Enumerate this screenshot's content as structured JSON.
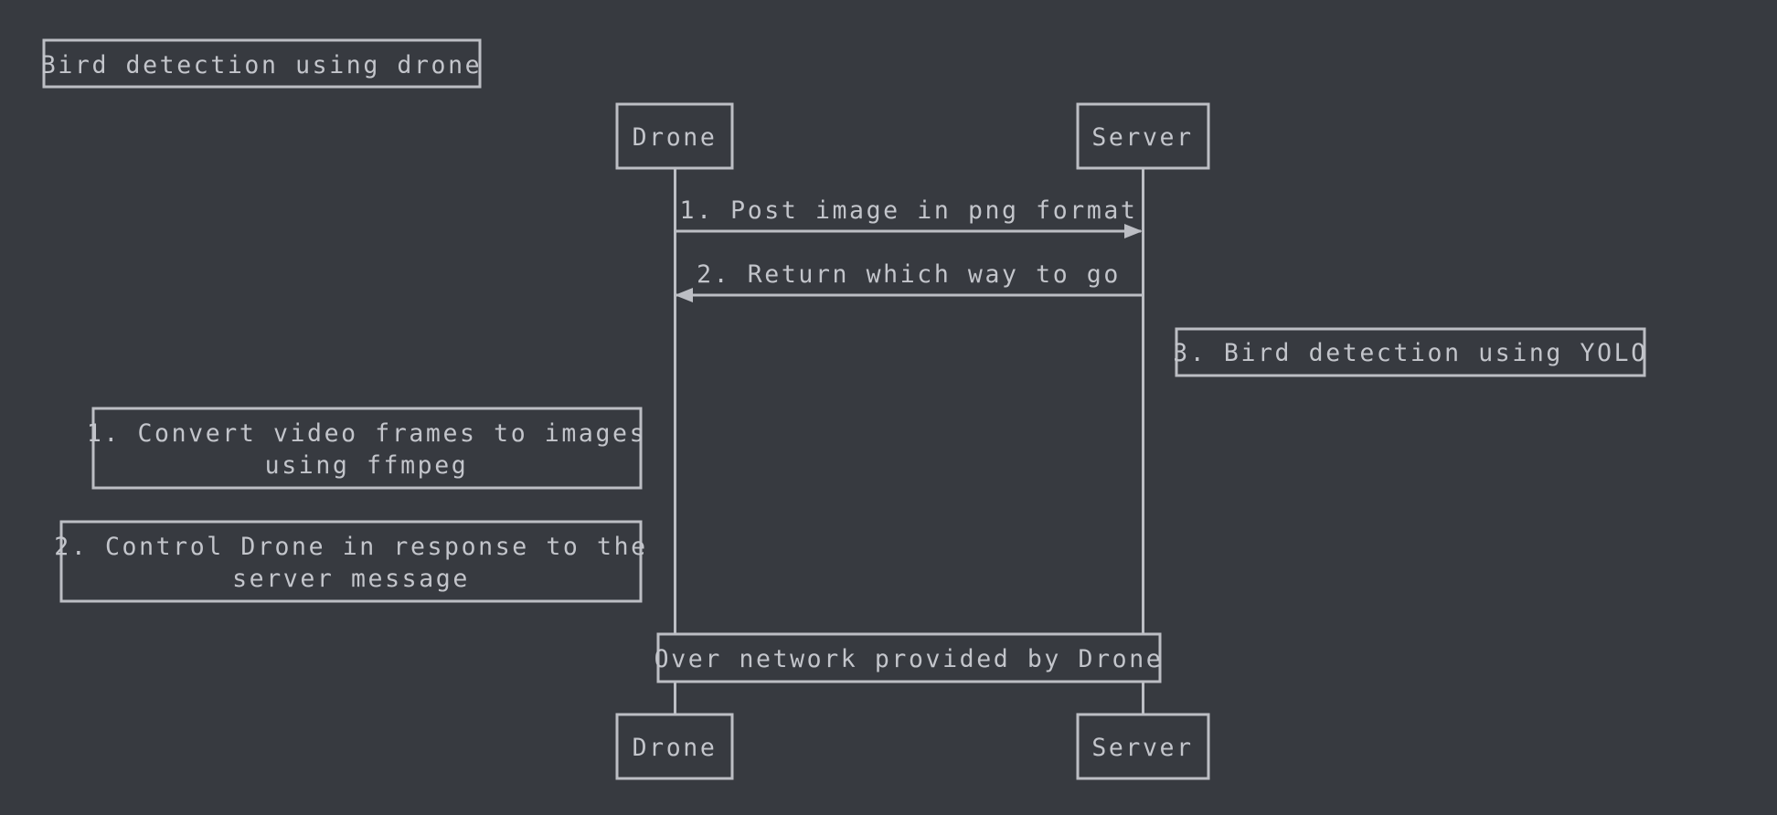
{
  "colors": {
    "background": "#373a40",
    "stroke": "#bcbec4",
    "text": "#c3c5cb"
  },
  "title": "Bird detection using drone",
  "participants": {
    "drone": {
      "label": "Drone"
    },
    "server": {
      "label": "Server"
    }
  },
  "messages": [
    {
      "from": "Drone",
      "to": "Server",
      "label": "1. Post image in png format"
    },
    {
      "from": "Server",
      "to": "Drone",
      "label": "2. Return which way to go"
    }
  ],
  "notes": {
    "server": "3. Bird detection using YOLO",
    "drone_1": [
      "1. Convert video frames to images",
      "using ffmpeg"
    ],
    "drone_2": [
      "2. Control Drone in response to the",
      "server message"
    ],
    "shared": "Over network provided by Drone"
  }
}
